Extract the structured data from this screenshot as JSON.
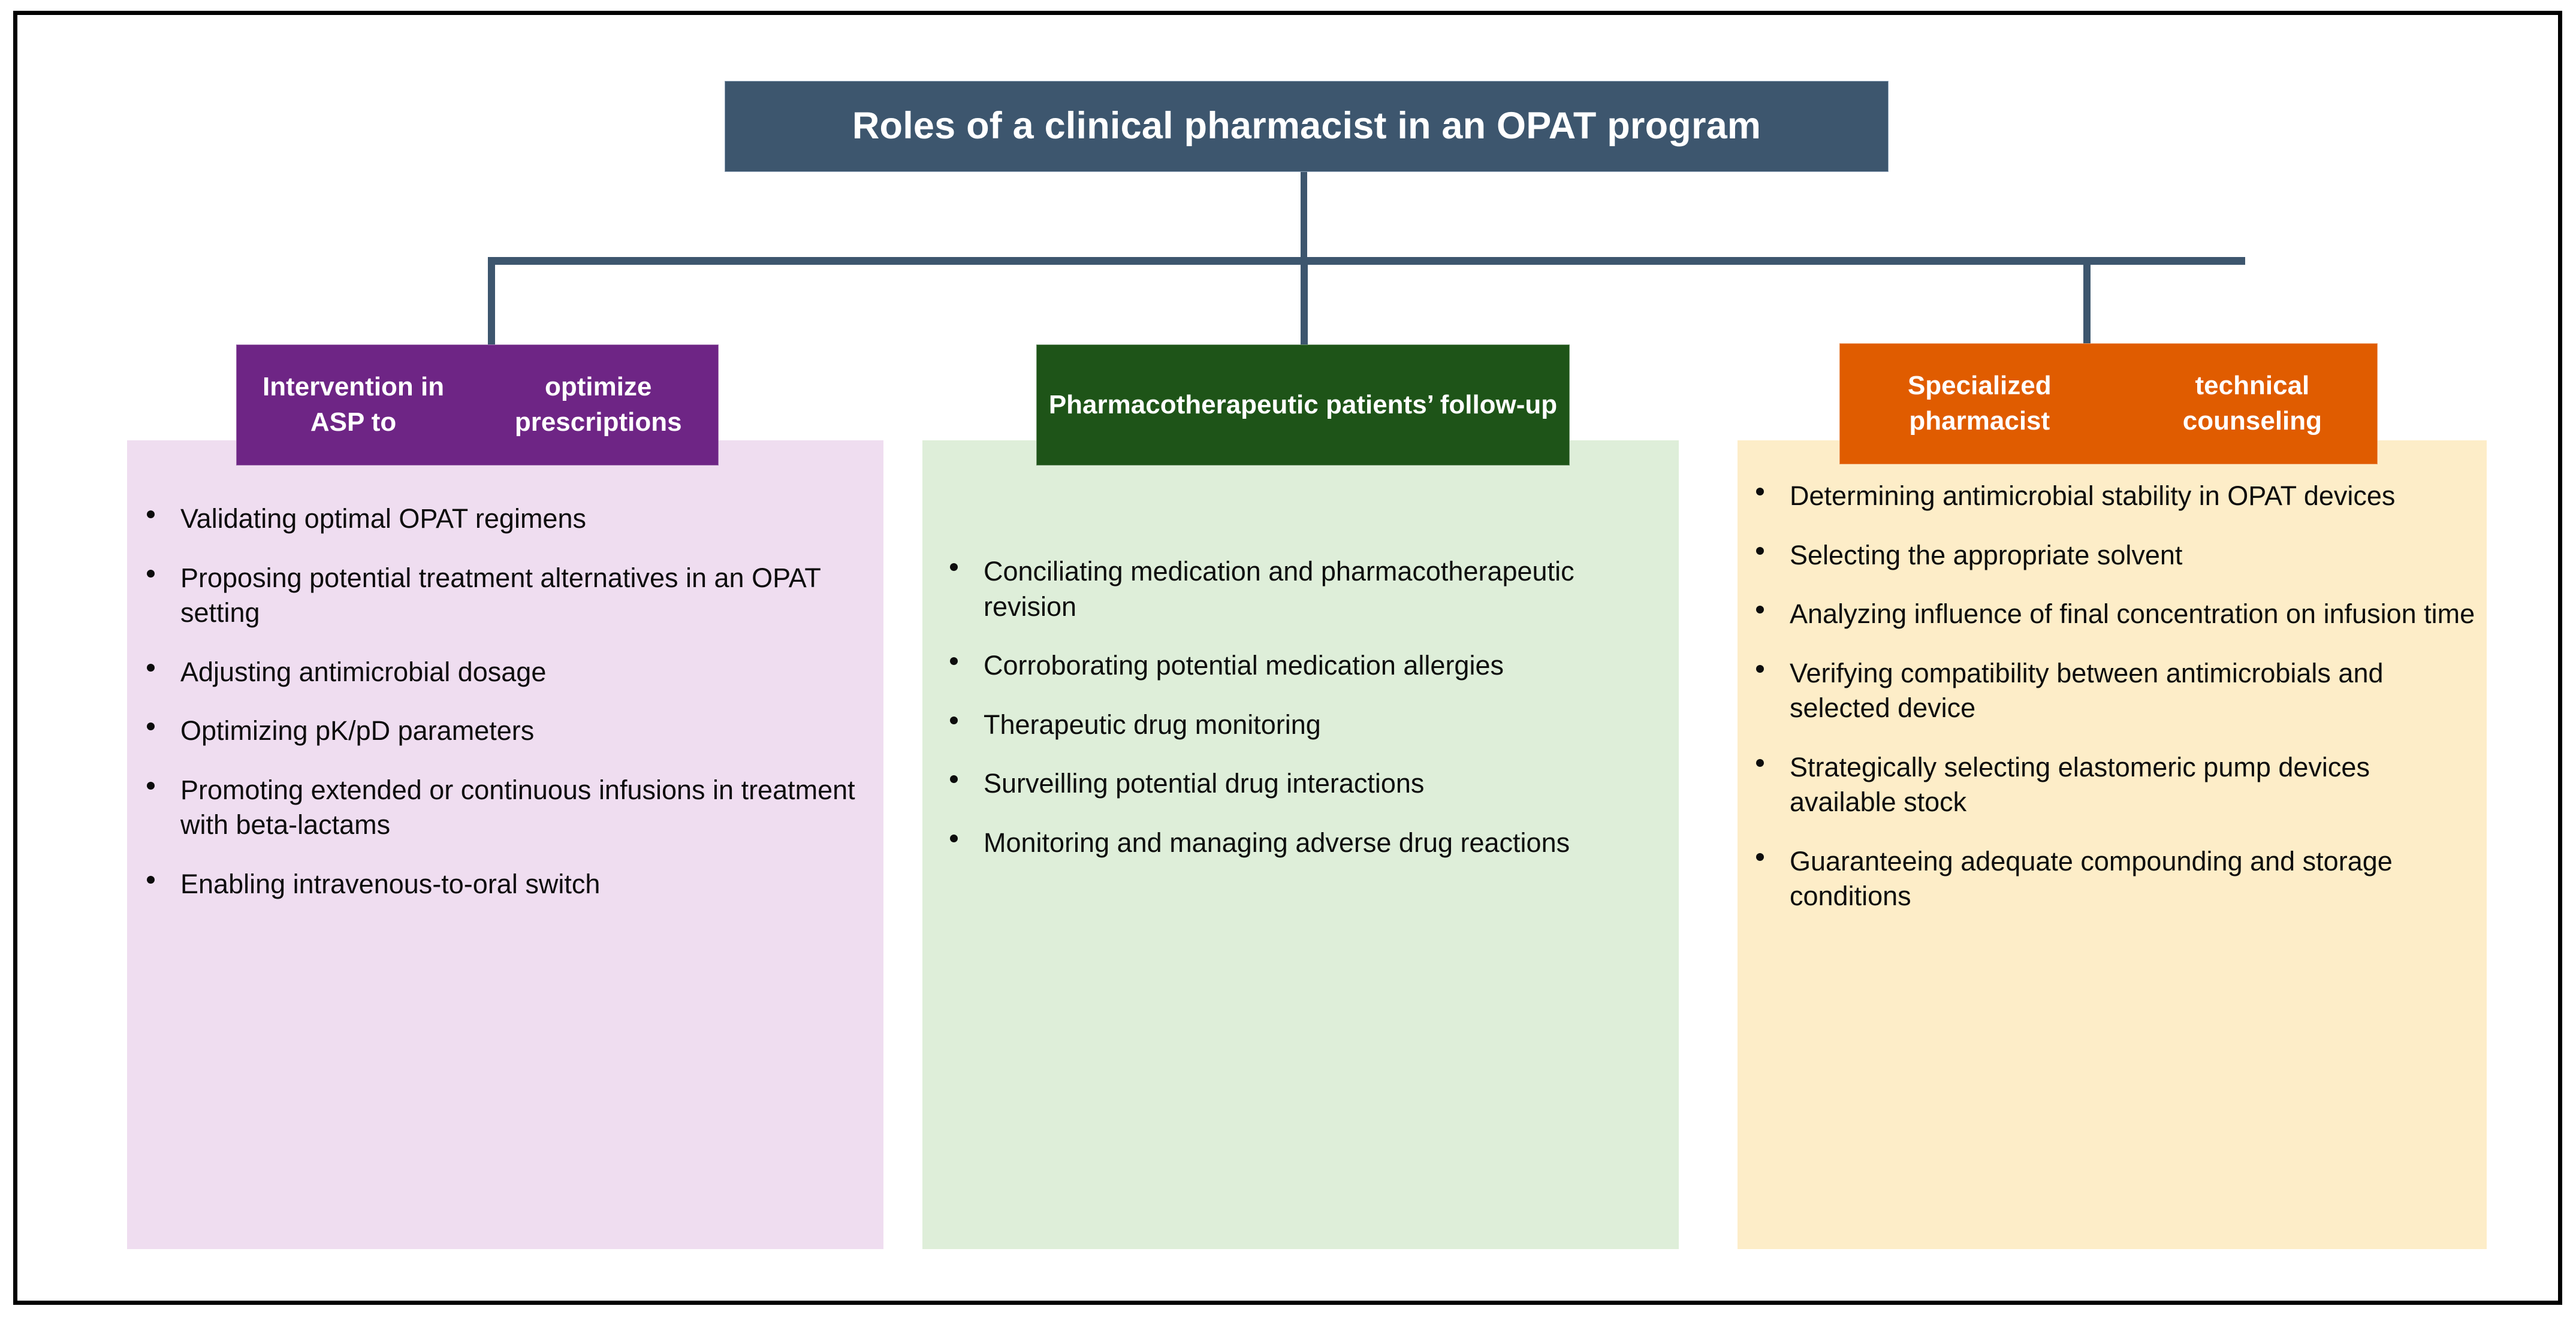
{
  "figure": {
    "title": "Roles of a clinical pharmacist in an OPAT program",
    "frame_border_color": "#000000",
    "connector_color": "#3D566E",
    "title_box_color": "#3D566E",
    "title_text_color": "#FFFFFF",
    "background": "#FFFFFF"
  },
  "columns": [
    {
      "id": "intervention-asp",
      "header": "Intervention in ASP to optimize prescriptions",
      "header_line1": "Intervention in ASP to",
      "header_line2": "optimize prescriptions",
      "header_color": "#6E2585",
      "panel_color": "#EFDDF0",
      "items": [
        "Validating optimal OPAT regimens",
        "Proposing potential treatment alternatives in an OPAT setting",
        "Adjusting antimicrobial dosage",
        "Optimizing pK/pD parameters",
        "Promoting extended or continuous infusions in treatment with beta-lactams",
        "Enabling intravenous-to-oral switch"
      ]
    },
    {
      "id": "pharmacotherapeutic-follow-up",
      "header": "Pharmacotherapeutic patients’ follow-up",
      "header_line1": "Pharmacotherapeutic",
      "header_line2": "patients’ follow-up",
      "header_color": "#1E5418",
      "panel_color": "#DEEED9",
      "items": [
        "Conciliating medication and pharmacotherapeutic revision",
        "Corroborating potential medication allergies",
        "Therapeutic drug monitoring",
        "Surveilling potential drug interactions",
        "Monitoring and managing adverse drug reactions"
      ]
    },
    {
      "id": "specialized-technical-counseling",
      "header": "Specialized pharmacist technical counseling",
      "header_line1": "Specialized pharmacist",
      "header_line2": "technical counseling",
      "header_color": "#E05C00",
      "panel_color": "#FDEDC8",
      "items": [
        "Determining antimicrobial stability in OPAT devices",
        "Selecting the appropriate solvent",
        "Analyzing influence of final concentration on infusion time",
        "Verifying compatibility between antimicrobials and selected device",
        "Strategically selecting elastomeric pump devices available stock",
        "Guaranteeing adequate compounding and storage conditions"
      ]
    }
  ]
}
